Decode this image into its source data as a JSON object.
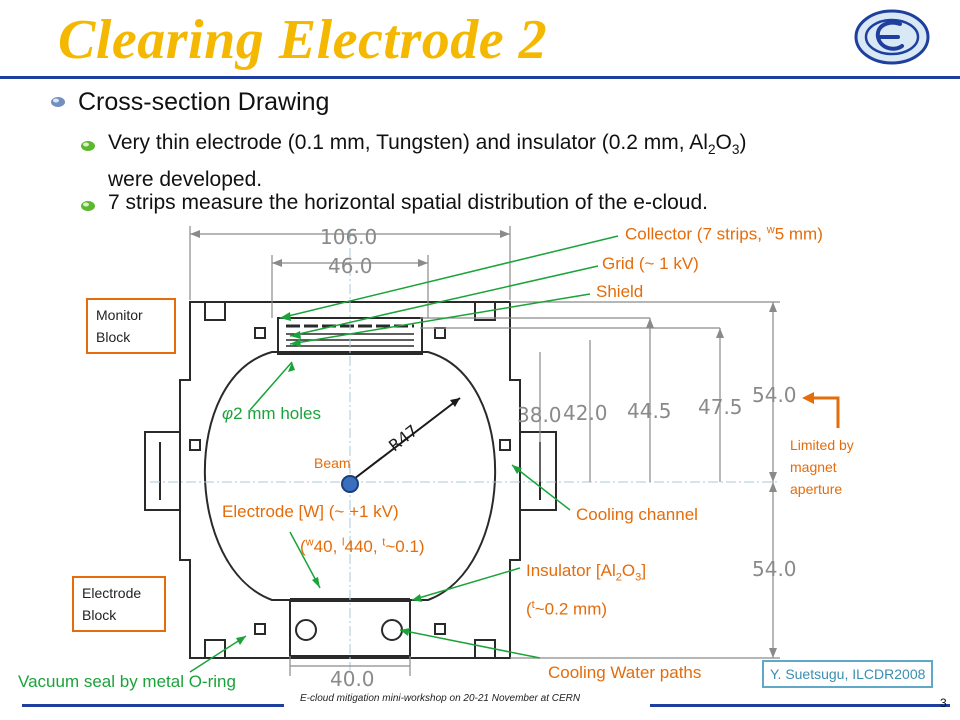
{
  "slide": {
    "title": "Clearing Electrode 2",
    "main_bullet": "Cross-section Drawing",
    "sub_bullets": [
      {
        "pre": "Very thin electrode (0.1 mm, Tungsten) and insulator (0.2 mm, Al",
        "s1": "2",
        "mid": "O",
        "s2": "3",
        "post": ")",
        "line2": "were developed."
      },
      {
        "text": "7 strips measure the horizontal spatial distribution of the e-cloud."
      }
    ]
  },
  "drawing": {
    "dims": {
      "d106": "106.0",
      "d46": "46.0",
      "d40": "40.0",
      "d38": "38.0",
      "d42": "42.0",
      "d445": "44.5",
      "d475": "47.5",
      "d54top": "54.0",
      "d54bot": "54.0",
      "r47": "R47"
    }
  },
  "labels": {
    "collector_pre": "Collector (7 strips, ",
    "collector_sup": "w",
    "collector_post": "5 mm)",
    "grid": "Grid (~ 1 kV)",
    "shield": "Shield",
    "holes_sym": "φ",
    "holes": "2 mm holes",
    "beam": "Beam",
    "electrode_line1": "Electrode [W]  (~ +1 kV)",
    "electrode_open": "(",
    "electrode_w": "w",
    "electrode_40": "40, ",
    "electrode_l": "l",
    "electrode_440": "440, ",
    "electrode_t": "t",
    "electrode_tail": "~0.1)",
    "cooling_channel": "Cooling channel",
    "insulator_pre": "Insulator [Al",
    "insulator_s1": "2",
    "insulator_mid": "O",
    "insulator_s2": "3",
    "insulator_post": "]",
    "insulator_open": "(",
    "insulator_t": "t",
    "insulator_tail": "~0.2 mm)",
    "cooling_water": "Cooling Water paths",
    "vacuum_seal": "Vacuum seal by metal O-ring",
    "limited_line1": "Limited by",
    "limited_line2": "magnet",
    "limited_line3": "aperture",
    "monitor_line1": "Monitor",
    "monitor_line2": "Block",
    "electrode_block_line1": "Electrode",
    "electrode_block_line2": "Block"
  },
  "credit": "Y. Suetsugu, ILCDR2008",
  "footer": {
    "text": "E-cloud mitigation mini-workshop on 20-21 November at CERN",
    "page": "3"
  },
  "colors": {
    "title": "#f5b800",
    "rule": "#1f3f9f",
    "orange": "#e46c0a",
    "green": "#1aa33a",
    "drawing": "#2a2a2a",
    "dim": "#8a8a8a"
  }
}
